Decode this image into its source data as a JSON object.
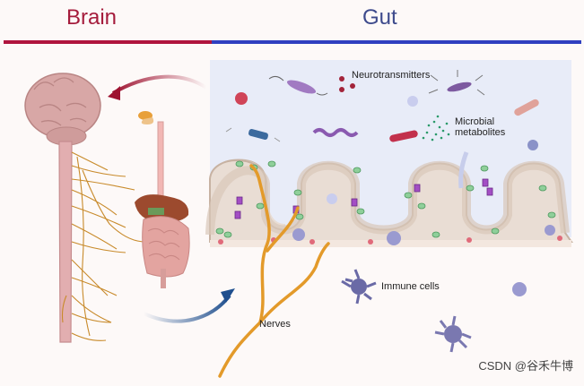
{
  "header": {
    "brain_title": "Brain",
    "gut_title": "Gut"
  },
  "labels": {
    "neurotransmitters": "Neurotransmitters",
    "microbial_metabolites": "Microbial metabolites",
    "immune_cells": "Immune cells",
    "nerves": "Nerves"
  },
  "watermark": "CSDN @谷禾牛博",
  "colors": {
    "brain_accent": "#b0143e",
    "gut_accent": "#2f3fc0",
    "lumen_bg": "#e8ecf8",
    "nerve": "#e39a2a",
    "arrow_brain": "#9e1230",
    "arrow_gut": "#1f4f8e"
  }
}
